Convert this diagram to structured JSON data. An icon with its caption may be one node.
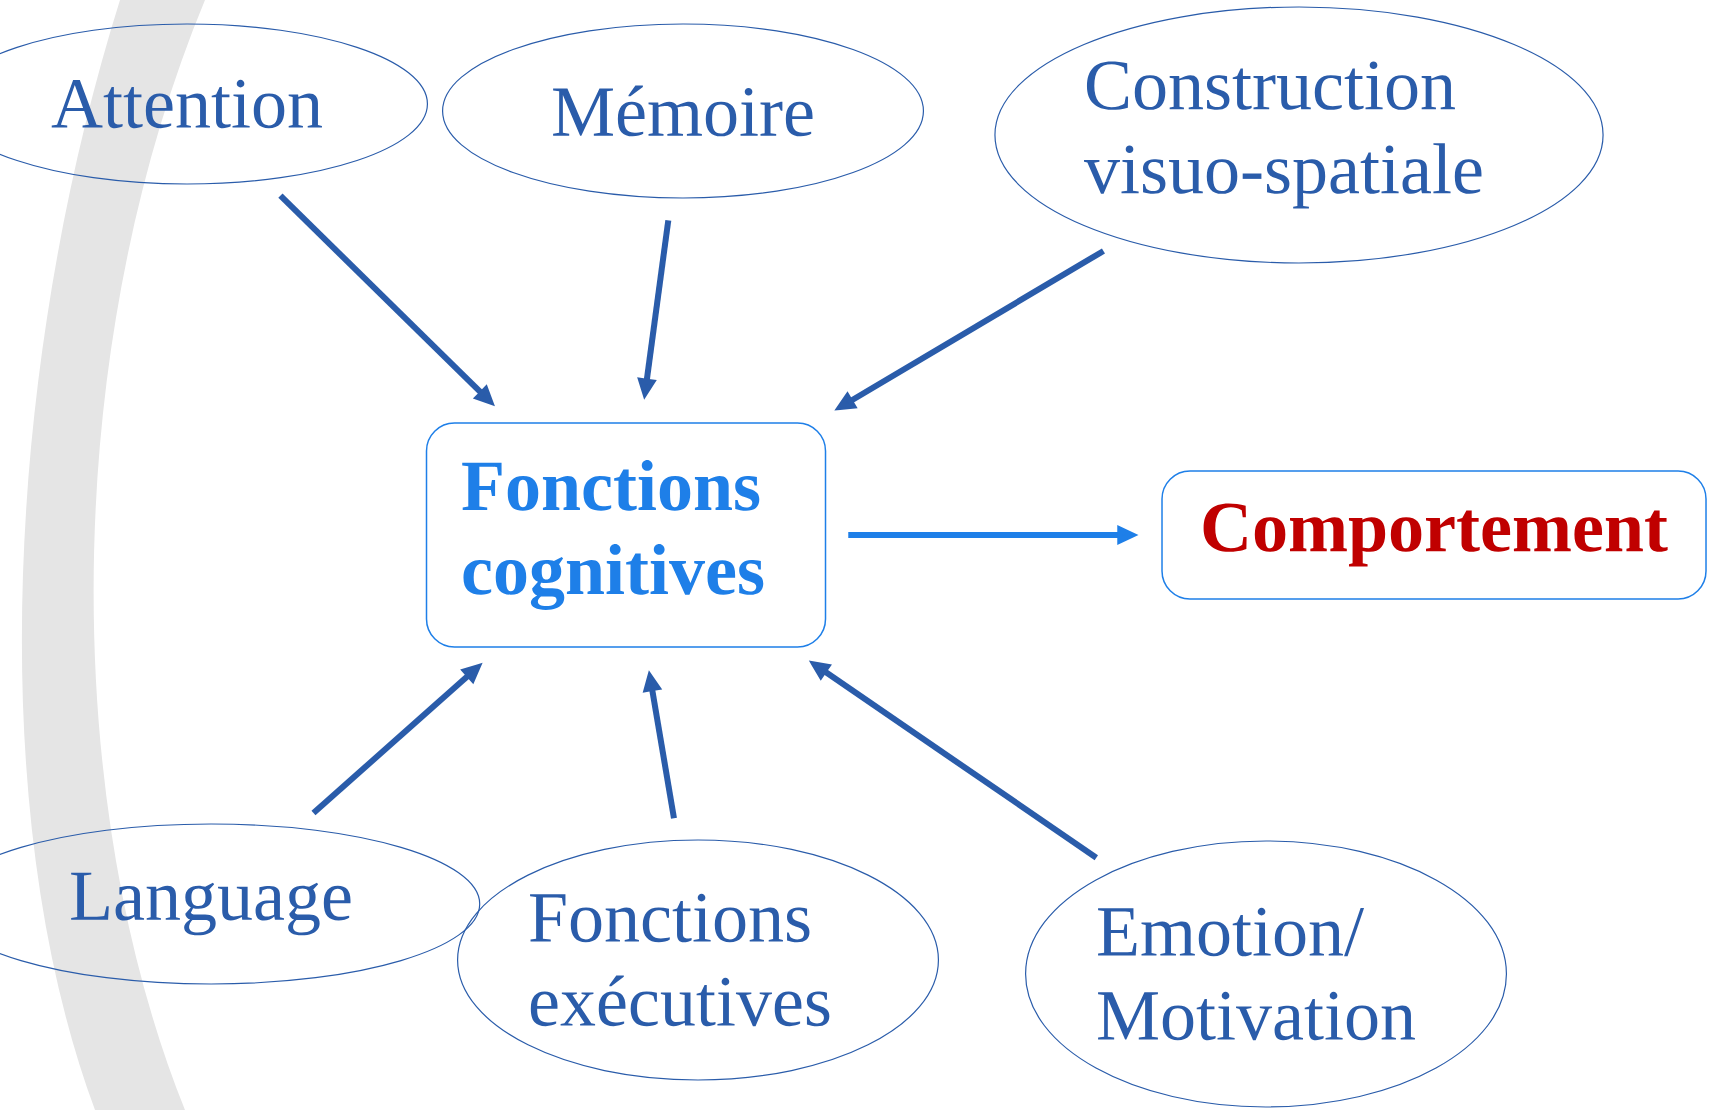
{
  "diagram": {
    "nodes": [
      {
        "text": [
          "Attention"
        ]
      },
      {
        "text": [
          "Mémoire"
        ]
      },
      {
        "text": [
          "Construction visuo-spatiale"
        ]
      },
      {
        "text": [
          "Fonctions cognitives"
        ]
      },
      {
        "text": [
          "Comportement"
        ]
      },
      {
        "text": [
          "Language"
        ]
      },
      {
        "text": [
          "Fonctions exécutives"
        ]
      },
      {
        "text": [
          "Emotion/ Motivation"
        ]
      }
    ],
    "edges": [
      {
        "from": 0,
        "to": 3,
        "arrow": "to"
      },
      {
        "from": 1,
        "to": 3,
        "arrow": "to"
      },
      {
        "from": 2,
        "to": 3,
        "arrow": "to"
      },
      {
        "from": 3,
        "to": 4,
        "arrow": "to",
        "color": "#1e7fe8"
      },
      {
        "from": 5,
        "to": 3,
        "arrow": "to"
      },
      {
        "from": 6,
        "to": 3,
        "arrow": "to"
      },
      {
        "from": 7,
        "to": 3,
        "arrow": "to"
      }
    ]
  }
}
